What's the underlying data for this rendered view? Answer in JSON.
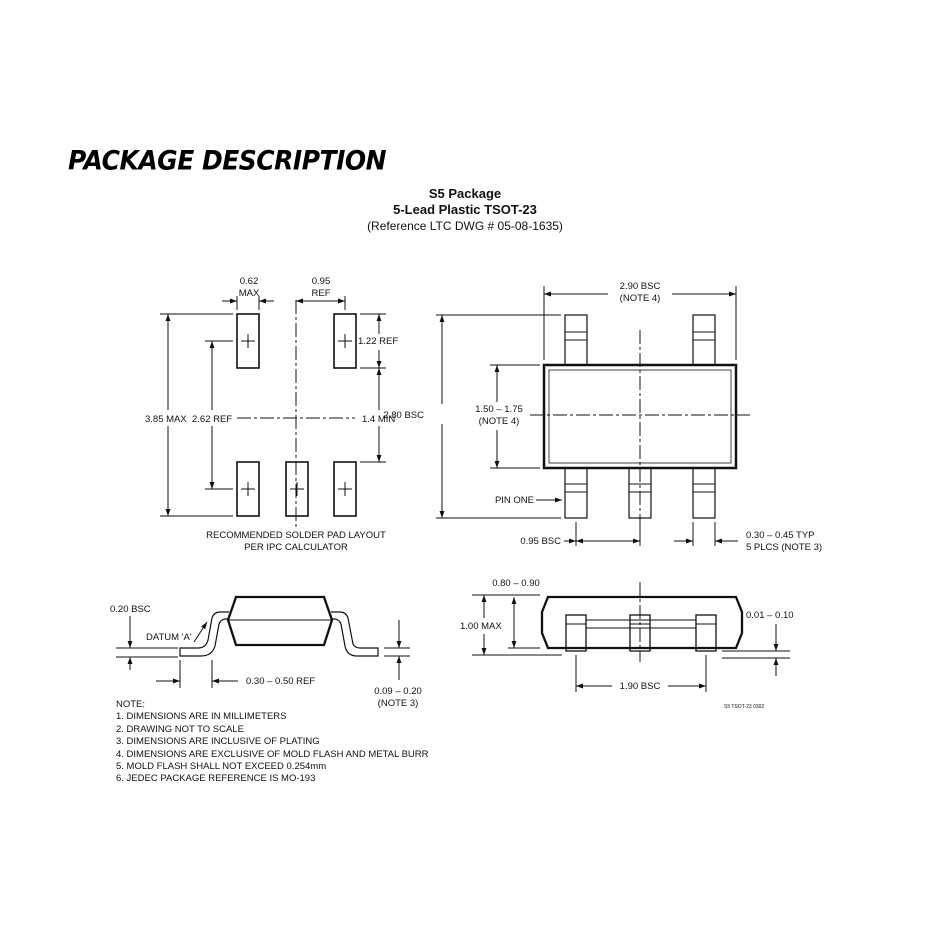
{
  "header": {
    "heading": "PACKAGE DESCRIPTION",
    "package_name": "S5 Package",
    "package_type": "5-Lead Plastic TSOT-23",
    "reference": "(Reference LTC DWG # 05-08-1635)"
  },
  "pad_layout": {
    "width_value": "0.62",
    "width_note": "MAX",
    "pitch_value": "0.95",
    "pitch_note": "REF",
    "pad_length": "1.22 REF",
    "gap": "1.4 MIN",
    "overall": "3.85 MAX",
    "centers": "2.62 REF",
    "caption_line1": "RECOMMENDED SOLDER PAD LAYOUT",
    "caption_line2": "PER IPC CALCULATOR"
  },
  "top_view": {
    "body_width": "2.90 BSC",
    "body_width_note": "(NOTE 4)",
    "total_height": "2.80 BSC",
    "body_height": "1.50 – 1.75",
    "body_height_note": "(NOTE 4)",
    "pin_one": "PIN ONE",
    "pitch": "0.95 BSC",
    "lead_width": "0.30 – 0.45 TYP",
    "lead_width_note": "5 PLCS (NOTE 3)"
  },
  "side_view": {
    "standoff": "0.20 BSC",
    "datum": "DATUM 'A'",
    "foot_length": "0.30 – 0.50 REF",
    "lead_thickness": "0.09 – 0.20",
    "lead_thickness_note": "(NOTE 3)"
  },
  "end_view": {
    "body_thickness": "0.80 – 0.90",
    "max_height": "1.00 MAX",
    "standoff_range": "0.01 – 0.10",
    "span": "1.90 BSC",
    "drawing_code": "S5 TSOT-23 0302"
  },
  "notes": {
    "title": "NOTE:",
    "items": [
      "1. DIMENSIONS ARE IN MILLIMETERS",
      "2. DRAWING NOT TO SCALE",
      "3. DIMENSIONS ARE INCLUSIVE OF PLATING",
      "4. DIMENSIONS ARE EXCLUSIVE OF MOLD FLASH AND METAL BURR",
      "5. MOLD FLASH SHALL NOT EXCEED 0.254mm",
      "6. JEDEC PACKAGE REFERENCE IS MO-193"
    ]
  }
}
